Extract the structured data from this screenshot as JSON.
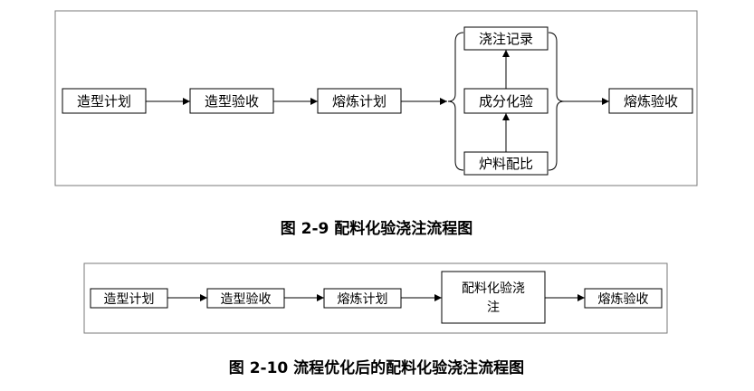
{
  "figure1": {
    "nodes": {
      "n1": "造型计划",
      "n2": "造型验收",
      "n3": "熔炼计划",
      "top": "浇注记录",
      "mid": "成分化验",
      "bot": "炉料配比",
      "out": "熔炼验收"
    },
    "caption": "图 2-9  配料化验浇注流程图"
  },
  "figure2": {
    "nodes": {
      "n1": "造型计划",
      "n2": "造型验收",
      "n3": "熔炼计划",
      "n4_line1": "配料化验浇",
      "n4_line2": "注",
      "n5": "熔炼验收"
    },
    "caption": "图 2-10  流程优化后的配料化验浇注流程图"
  }
}
